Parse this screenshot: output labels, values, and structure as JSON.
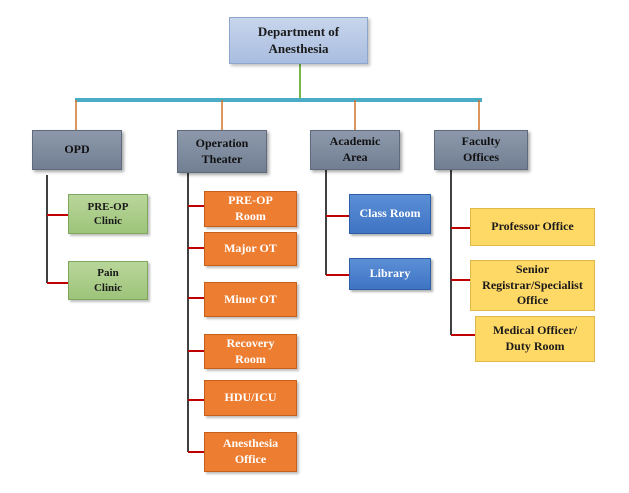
{
  "root": {
    "label": "Department of\nAnesthesia"
  },
  "departments": [
    {
      "label": "OPD",
      "children": [
        "PRE-OP\nClinic",
        "Pain\nClinic"
      ]
    },
    {
      "label": "Operation\nTheater",
      "children": [
        "PRE-OP\nRoom",
        "Major OT",
        "Minor OT",
        "Recovery\nRoom",
        "HDU/ICU",
        "Anesthesia\nOffice"
      ]
    },
    {
      "label": "Academic\nArea",
      "children": [
        "Class Room",
        "Library"
      ]
    },
    {
      "label": "Faculty\nOffices",
      "children": [
        "Professor Office",
        "Senior\nRegistrar/Specialist\nOffice",
        "Medical Officer/\nDuty Room"
      ]
    }
  ],
  "colors": {
    "main_bus": "#4bacc6",
    "root_connector": "#7ab648",
    "branch_connector": "#d0742a",
    "child_connector_red": "#c00000",
    "child_spine": "#000000"
  }
}
